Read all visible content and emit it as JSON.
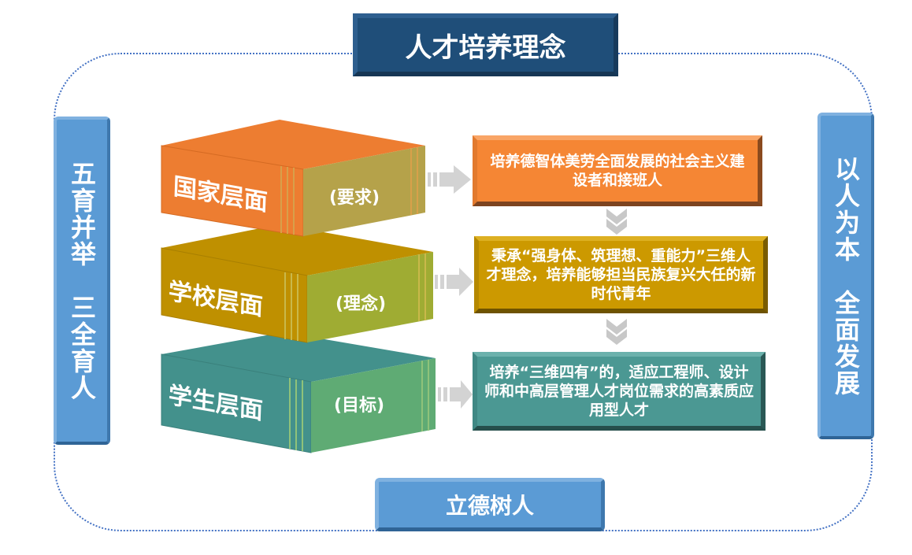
{
  "title": "人才培养理念",
  "bottom_label": "立德树人",
  "left_bar": "五育并举　三全育人",
  "right_bar": "以人为本　全面发展",
  "levels": [
    {
      "name": "国家层面",
      "tag": "(要求)",
      "description": "培养德智体美劳全面发展的社会主义建设者和接班人",
      "color": "#ed7d31"
    },
    {
      "name": "学校层面",
      "tag": "(理念)",
      "description": "秉承“强身体、筑理想、重能力”三维人才理念，培养能够担当民族复兴大任的新时代青年",
      "color": "#bf9000"
    },
    {
      "name": "学生层面",
      "tag": "(目标)",
      "description": "培养“三维四有”的，适应工程师、设计师和中高层管理人才岗位需求的高素质应用型人才",
      "color": "#43918c"
    }
  ],
  "colors": {
    "frame": "#4472c4",
    "title_bg": "#1f4e79",
    "accent_blue": "#5b9bd5",
    "arrow": "#d0d0d0"
  }
}
